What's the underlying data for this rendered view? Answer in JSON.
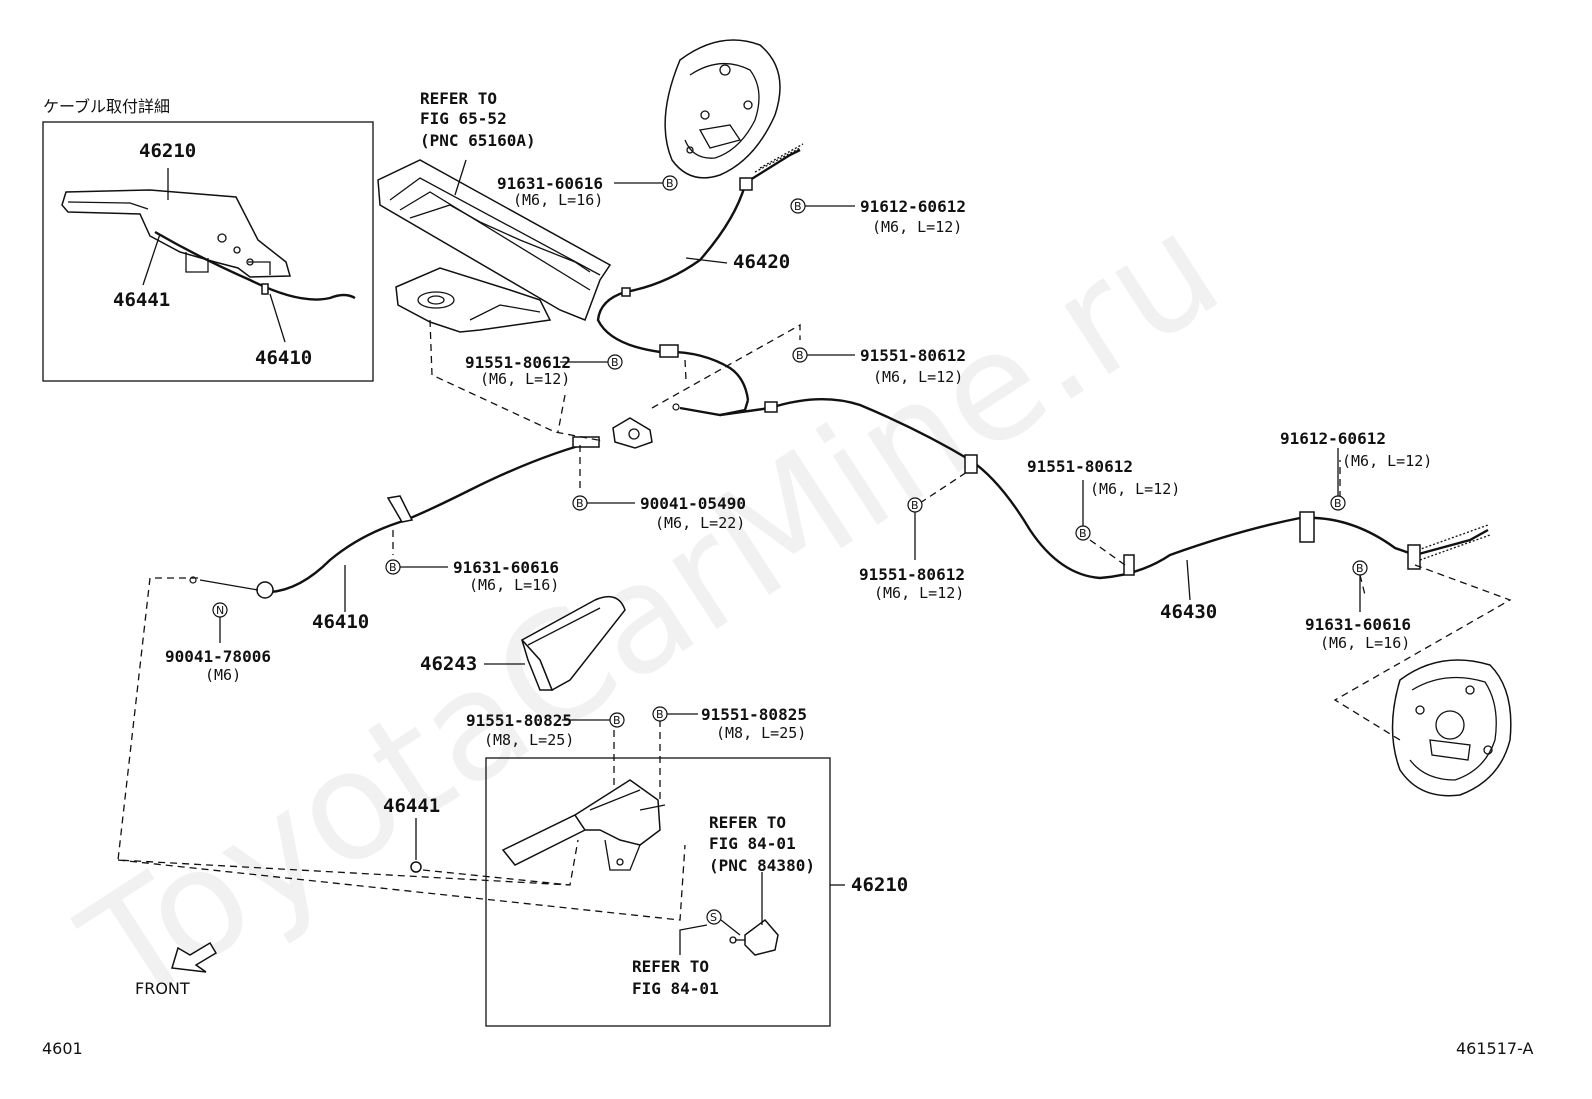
{
  "watermark": "ToyotaCarMine.ru",
  "detail_title": "ケーブル取付詳細",
  "detail_parts": {
    "lever": "46210",
    "nut": "46441",
    "cable": "46410"
  },
  "refs": {
    "fig6552": [
      "REFER TO",
      "FIG 65-52",
      "(PNC 65160A)"
    ],
    "fig8401a": [
      "REFER TO",
      "FIG 84-01",
      "(PNC 84380)"
    ],
    "fig8401b": [
      "REFER TO",
      "FIG 84-01"
    ]
  },
  "callouts": [
    {
      "id": "c1",
      "part": "91631-60616",
      "spec": "(M6, L=16)",
      "mark": "B"
    },
    {
      "id": "c2",
      "part": "91612-60612",
      "spec": "(M6, L=12)",
      "mark": "B"
    },
    {
      "id": "c3",
      "part": "91551-80612",
      "spec": "(M6, L=12)",
      "mark": "B"
    },
    {
      "id": "c4",
      "part": "91551-80612",
      "spec": "(M6, L=12)",
      "mark": "B"
    },
    {
      "id": "c5",
      "part": "90041-05490",
      "spec": "(M6, L=22)",
      "mark": "B"
    },
    {
      "id": "c6",
      "part": "91631-60616",
      "spec": "(M6, L=16)",
      "mark": "B"
    },
    {
      "id": "c7",
      "part": "90041-78006",
      "spec": "(M6)",
      "mark": "N"
    },
    {
      "id": "c8",
      "part": "91551-80612",
      "spec": "(M6, L=12)",
      "mark": "B"
    },
    {
      "id": "c9",
      "part": "91551-80612",
      "spec": "(M6, L=12)",
      "mark": "B"
    },
    {
      "id": "c10",
      "part": "91612-60612",
      "spec": "(M6, L=12)",
      "mark": "B"
    },
    {
      "id": "c11",
      "part": "91631-60616",
      "spec": "(M6, L=16)",
      "mark": "B"
    },
    {
      "id": "c12",
      "part": "91551-80825",
      "spec": "(M8, L=25)",
      "mark": "B"
    },
    {
      "id": "c13",
      "part": "91551-80825",
      "spec": "(M8, L=25)",
      "mark": "B"
    }
  ],
  "parts": {
    "p46420": "46420",
    "p46410": "46410",
    "p46430": "46430",
    "p46243": "46243",
    "p46441": "46441",
    "p46210": "46210"
  },
  "switch_mark": "S",
  "front_label": "FRONT",
  "page_left": "4601",
  "page_right": "461517-A"
}
